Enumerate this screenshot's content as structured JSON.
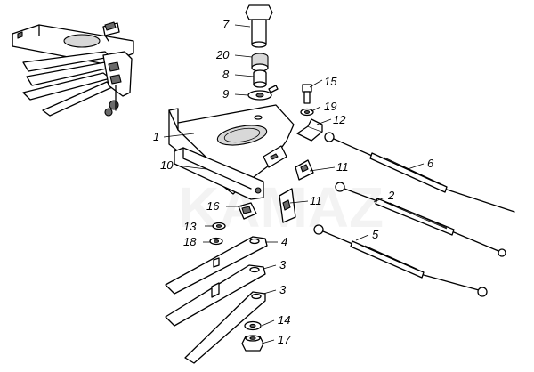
{
  "callouts": [
    {
      "id": "7",
      "label": "7"
    },
    {
      "id": "20",
      "label": "20"
    },
    {
      "id": "8",
      "label": "8"
    },
    {
      "id": "9",
      "label": "9"
    },
    {
      "id": "15",
      "label": "15"
    },
    {
      "id": "19",
      "label": "19"
    },
    {
      "id": "12",
      "label": "12"
    },
    {
      "id": "1",
      "label": "1"
    },
    {
      "id": "6",
      "label": "6"
    },
    {
      "id": "10",
      "label": "10"
    },
    {
      "id": "11a",
      "label": "11"
    },
    {
      "id": "2",
      "label": "2"
    },
    {
      "id": "16",
      "label": "16"
    },
    {
      "id": "11b",
      "label": "11"
    },
    {
      "id": "13",
      "label": "13"
    },
    {
      "id": "5",
      "label": "5"
    },
    {
      "id": "18",
      "label": "18"
    },
    {
      "id": "4",
      "label": "4"
    },
    {
      "id": "3a",
      "label": "3"
    },
    {
      "id": "3b",
      "label": "3"
    },
    {
      "id": "14",
      "label": "14"
    },
    {
      "id": "17",
      "label": "17"
    }
  ]
}
